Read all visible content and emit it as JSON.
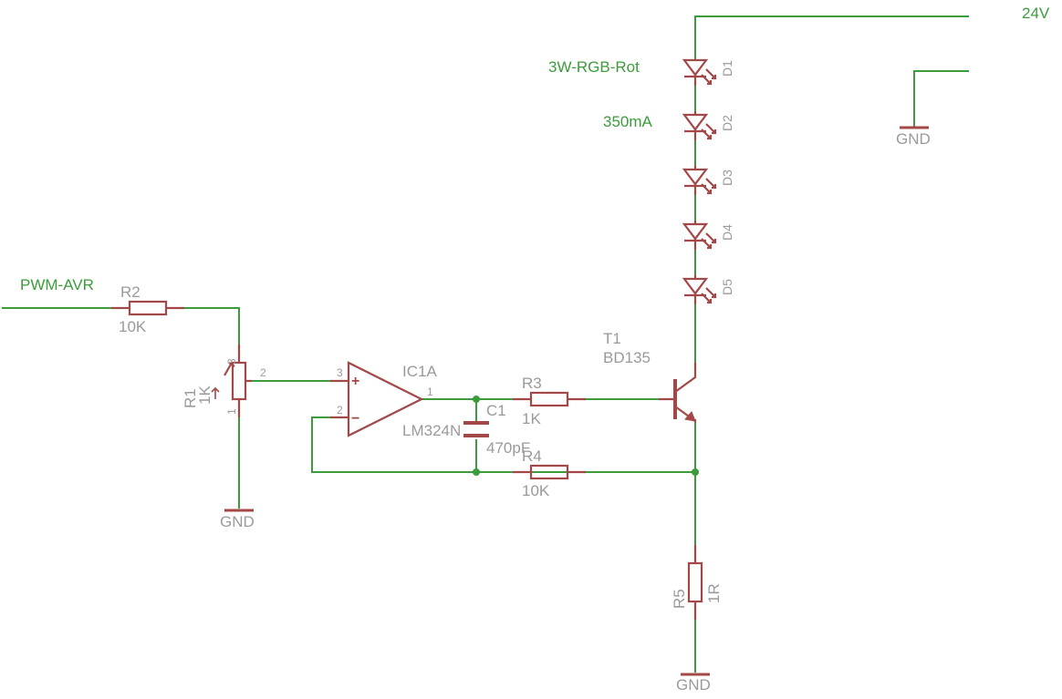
{
  "nets": {
    "supply": "24V",
    "pwm_input": "PWM-AVR",
    "gnd_top": "GND",
    "gnd_pot": "GND",
    "gnd_shunt": "GND"
  },
  "annotations": {
    "led_type": "3W-RGB-Rot",
    "led_current": "350mA"
  },
  "components": {
    "R1": {
      "name": "R1",
      "value": "1K",
      "pin1": "1",
      "pin2": "2",
      "pin3": "3"
    },
    "R2": {
      "name": "R2",
      "value": "10K"
    },
    "R3": {
      "name": "R3",
      "value": "1K"
    },
    "R4": {
      "name": "R4",
      "value": "10K"
    },
    "R5": {
      "name": "R5",
      "value": "1R"
    },
    "C1": {
      "name": "C1",
      "value": "470pF"
    },
    "IC1A": {
      "name": "IC1A",
      "value": "LM324N",
      "pin_plus": "3",
      "pin_minus": "2",
      "pin_out": "1",
      "plus_sign": "+",
      "minus_sign": "−"
    },
    "T1": {
      "name": "T1",
      "value": "BD135"
    },
    "leds": [
      {
        "name": "D1"
      },
      {
        "name": "D2"
      },
      {
        "name": "D3"
      },
      {
        "name": "D4"
      },
      {
        "name": "D5"
      }
    ]
  },
  "colors": {
    "wire": "#3c9c3c",
    "component": "#a34848",
    "label": "#9a9a9a"
  }
}
